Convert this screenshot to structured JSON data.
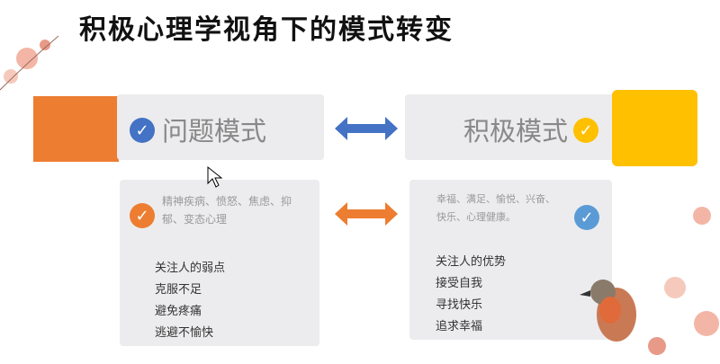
{
  "title": "积极心理学视角下的模式转变",
  "left": {
    "heading": "问题模式",
    "desc": "精神疾病、愤怒、焦虑、抑郁、变态心理",
    "items": [
      "关注人的弱点",
      "克服不足",
      "避免疼痛",
      "逃避不愉快"
    ]
  },
  "right": {
    "heading": "积极模式",
    "desc": "幸福、满足、愉悦、兴奋、快乐、心理健康。",
    "items": [
      "关注人的优势",
      "接受自我",
      "寻找快乐",
      "追求幸福"
    ]
  },
  "colors": {
    "orange": "#ed7d31",
    "yellow": "#ffc000",
    "blue": "#4472c4",
    "gray": "#ececee"
  }
}
